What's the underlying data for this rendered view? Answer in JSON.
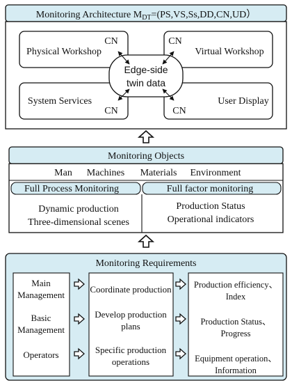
{
  "colors": {
    "panel_fill": "#d6ecf3",
    "stroke": "#111111",
    "background": "#ffffff"
  },
  "top": {
    "title": "Monitoring Architecture M",
    "title_sub": "DT",
    "title_tail": "=(PS,VS,Ss,DD,CN,UD）",
    "physical_workshop": "Physical Workshop",
    "virtual_workshop": "Virtual Workshop",
    "system_services": "System Services",
    "user_display": "User Display",
    "center_line1": "Edge-side",
    "center_line2": "twin data",
    "cn": "CN"
  },
  "objects": {
    "title": "Monitoring Objects",
    "categories": [
      "Man",
      "Machines",
      "Materials",
      "Environment"
    ],
    "left_header": "Full Process Monitoring",
    "right_header": "Full factor monitoring",
    "left_items": [
      "Dynamic production",
      "Three-dimensional scenes"
    ],
    "right_items": [
      "Production Status",
      "Operational indicators"
    ]
  },
  "requirements": {
    "title": "Monitoring Requirements",
    "levels": [
      {
        "line1": "Main",
        "line2": "Management"
      },
      {
        "line1": "Basic",
        "line2": "Management"
      },
      {
        "line1": "Operators",
        "line2": ""
      }
    ],
    "actions": [
      {
        "line1": "Coordinate production",
        "line2": ""
      },
      {
        "line1": "Develop production",
        "line2": "plans"
      },
      {
        "line1": "Specific production",
        "line2": "operations"
      }
    ],
    "outcomes": [
      {
        "line1": "Production efficiency、",
        "line2": "Index"
      },
      {
        "line1": "Production Status、",
        "line2": "Progress"
      },
      {
        "line1": "Equipment operation、",
        "line2": "Information"
      }
    ]
  }
}
